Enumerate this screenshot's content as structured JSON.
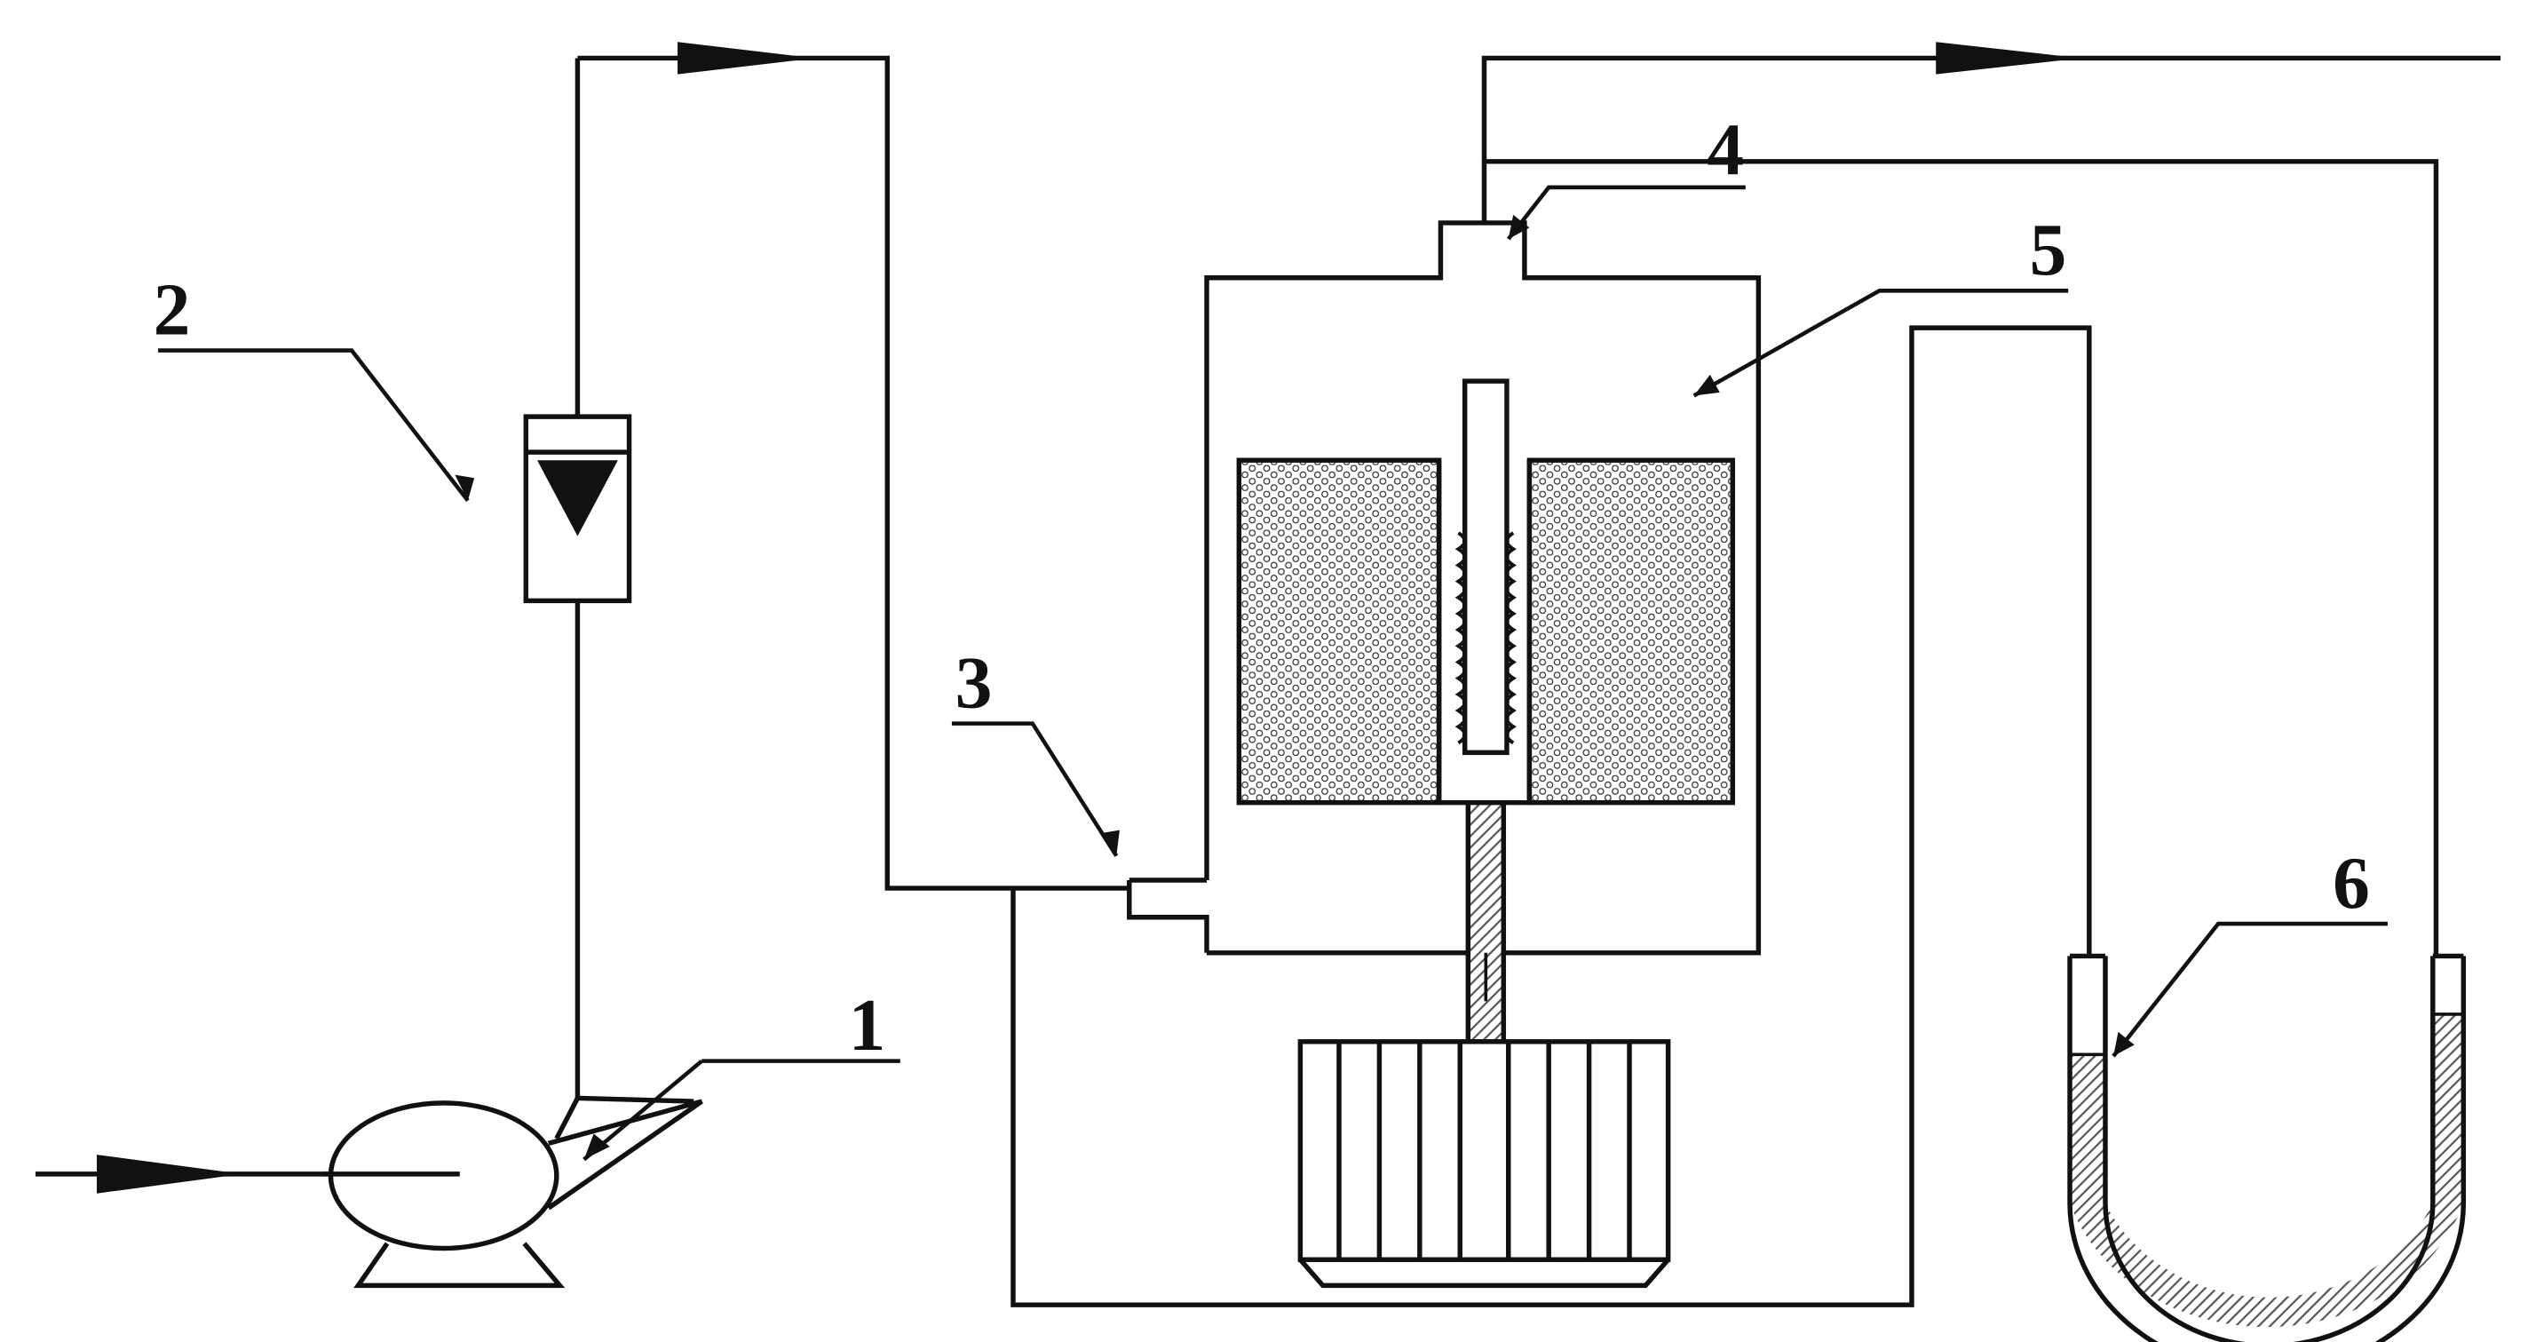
{
  "diagram": {
    "labels": [
      "1",
      "2",
      "3",
      "4",
      "5",
      "6"
    ]
  },
  "colors": {
    "line": "#111111",
    "background": "#ffffff",
    "liquid_hatch": "#555555",
    "honeycomb": "#333333"
  }
}
